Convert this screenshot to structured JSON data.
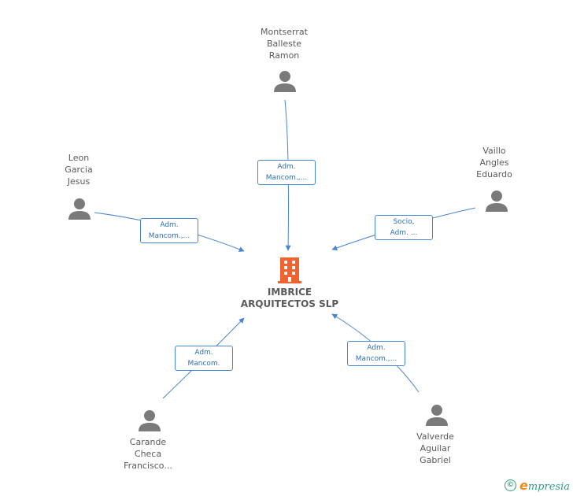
{
  "company": {
    "name": "IMBRICE\nARQUITECTOS SLP",
    "icon": "building-icon",
    "icon_color": "#f0622e"
  },
  "people": [
    {
      "id": "montserrat",
      "name": "Montserrat\nBalleste\nRamon",
      "role": "Adm.\nMancom.,..."
    },
    {
      "id": "leon",
      "name": "Leon\nGarcia\nJesus",
      "role": "Adm.\nMancom.,..."
    },
    {
      "id": "vaillo",
      "name": "Vaillo\nAngles\nEduardo",
      "role": "Socio,\nAdm. ..."
    },
    {
      "id": "carande",
      "name": "Carande\nCheca\nFrancisco...",
      "role": "Adm.\nMancom."
    },
    {
      "id": "valverde",
      "name": "Valverde\nAguilar\nGabriel",
      "role": "Adm.\nMancom.,..."
    }
  ],
  "colors": {
    "edge": "#4a86d0",
    "person": "#7a7a7a",
    "text": "#5a5a5a"
  },
  "footer": {
    "copyright_symbol": "©",
    "brand_first": "e",
    "brand_rest": "mpresia"
  }
}
